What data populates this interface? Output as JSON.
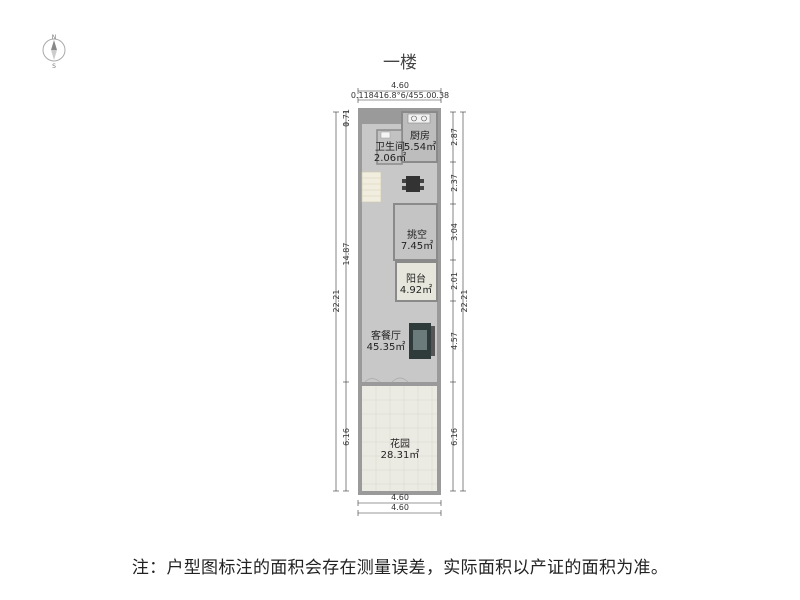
{
  "title": "一楼",
  "note": "注：户型图标注的面积会存在测量误差，实际面积以产证的面积为准。",
  "compass": {
    "n": "N",
    "s": "S",
    "icon": "compass-icon"
  },
  "top_dims": {
    "total": "4.60",
    "segments": "0.118416.8°6/455.00.38"
  },
  "bottom_dims": {
    "first": "4.60",
    "second": "4.60"
  },
  "left_dims": {
    "a": "0.71",
    "b": "14.87",
    "c": "22.21",
    "d": "6.16"
  },
  "right_dims": {
    "a": "2.87",
    "b": "2.37",
    "c": "3.04",
    "d": "2.01",
    "e": "4.57",
    "f": "6.16",
    "total": "22.21"
  },
  "rooms": {
    "bathroom": {
      "name": "卫生间",
      "area": "2.06㎡"
    },
    "kitchen": {
      "name": "厨房",
      "area": "5.54㎡"
    },
    "void": {
      "name": "挑空",
      "area": "7.45㎡"
    },
    "balcony": {
      "name": "阳台",
      "area": "4.92㎡"
    },
    "living": {
      "name": "客餐厅",
      "area": "45.35㎡"
    },
    "garden": {
      "name": "花园",
      "area": "28.31㎡"
    }
  },
  "colors": {
    "wall": "#9a9a9a",
    "floor": "#c8c8c8",
    "garden": "#ecebe3",
    "balcony": "#e6e6dc",
    "dimline": "#333333"
  }
}
